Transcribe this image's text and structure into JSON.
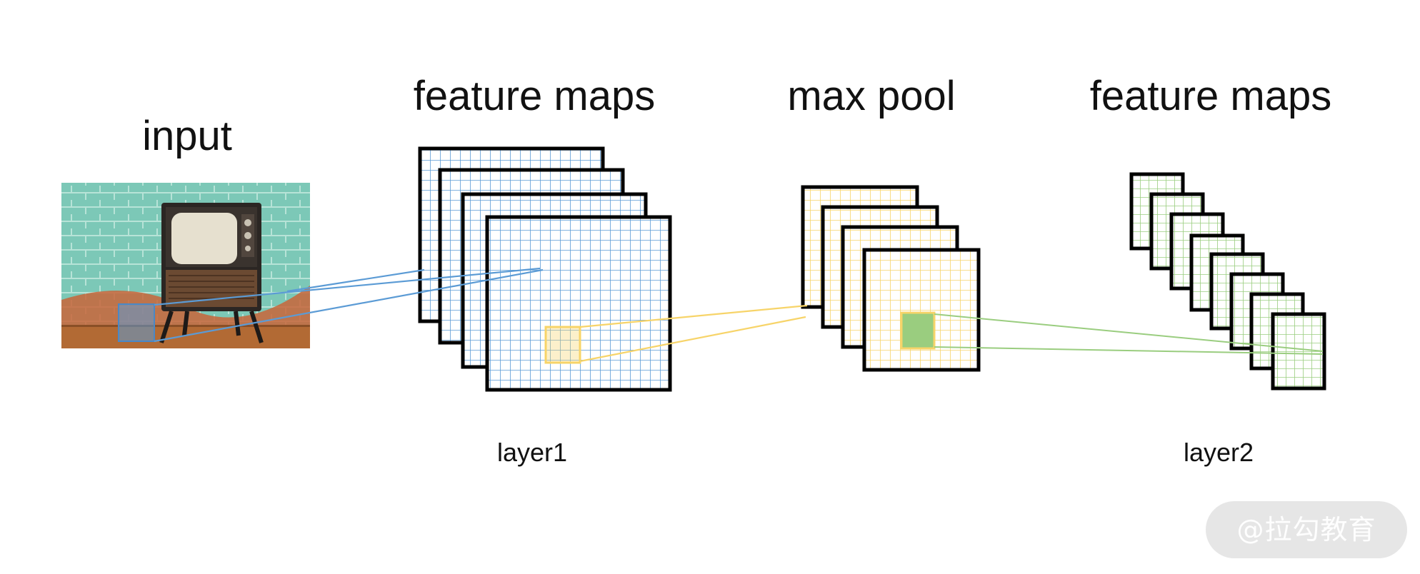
{
  "labels": {
    "input_title": "input",
    "layer1_title": "feature maps",
    "pool_title": "max pool",
    "layer2_title": "feature maps",
    "layer1_caption": "layer1",
    "layer2_caption": "layer2"
  },
  "watermark": "@拉勾教育",
  "colors": {
    "blue": "#5b9bd5",
    "yellow": "#f7d469",
    "green": "#9acd7f",
    "frame": "#000000"
  },
  "icons": {
    "input_image": "retro-tv-photo"
  }
}
